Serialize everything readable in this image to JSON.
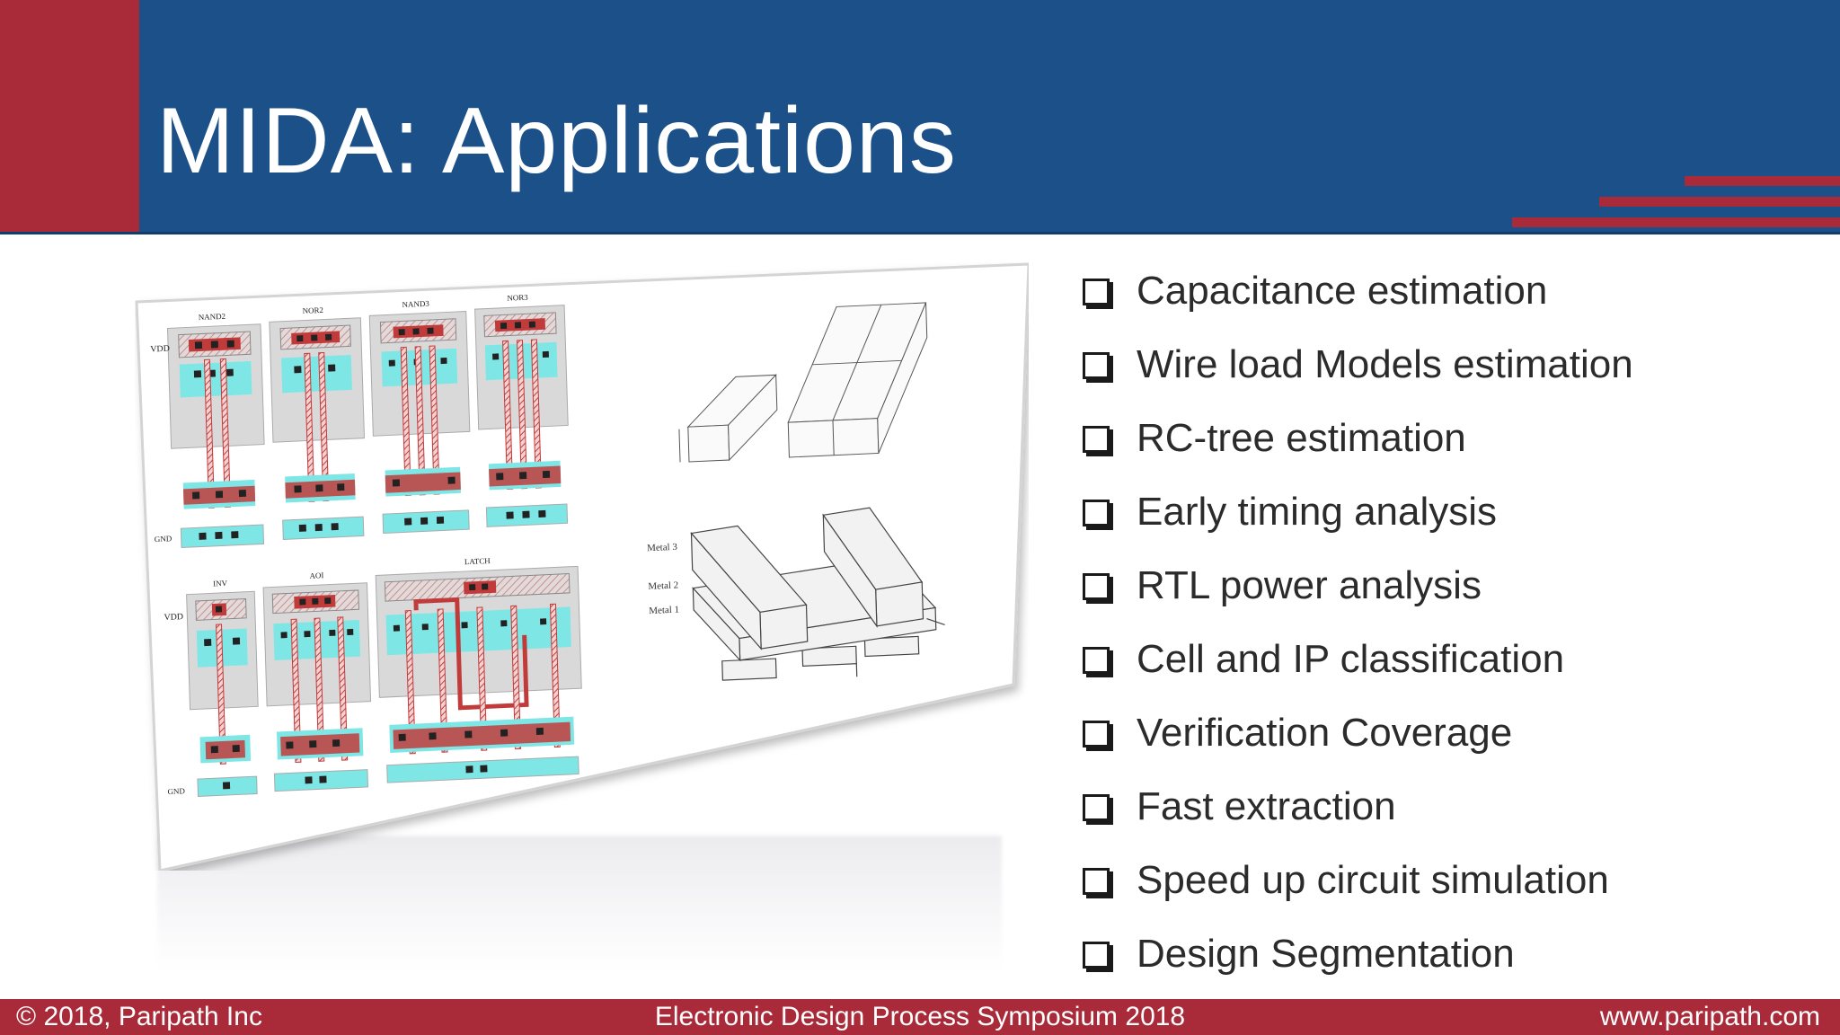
{
  "slide": {
    "title": "MIDA: Applications"
  },
  "figure": {
    "labels": {
      "nand2": "NAND2",
      "nor2": "NOR2",
      "nand3": "NAND3",
      "nor3": "NOR3",
      "inv": "INV",
      "aoi": "AOI",
      "latch": "LATCH",
      "vdd": "VDD",
      "gnd": "GND",
      "metal3": "Metal 3",
      "metal2": "Metal 2",
      "metal1": "Metal 1"
    }
  },
  "bullets": [
    "Capacitance estimation",
    "Wire load Models estimation",
    "RC-tree estimation",
    "Early timing analysis",
    "RTL power analysis",
    "Cell and IP classification",
    "Verification Coverage",
    "Fast extraction",
    "Speed up circuit simulation",
    "Design Segmentation"
  ],
  "footer": {
    "left": "© 2018, Paripath Inc",
    "center": "Electronic Design Process Symposium 2018",
    "right": "www.paripath.com"
  },
  "colors": {
    "header_blue": "#1c5088",
    "accent_red": "#a92b39",
    "text_dark": "#2b2b2b"
  }
}
